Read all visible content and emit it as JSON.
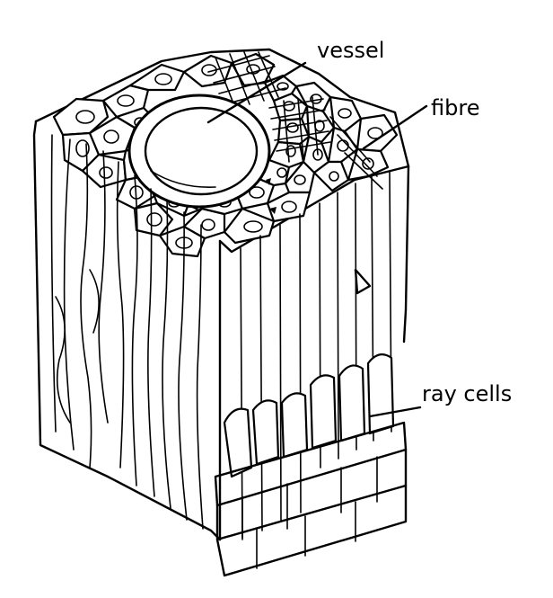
{
  "labels": {
    "vessel": "vessel",
    "fibre": "fibre",
    "ray_cells": "ray cells"
  }
}
